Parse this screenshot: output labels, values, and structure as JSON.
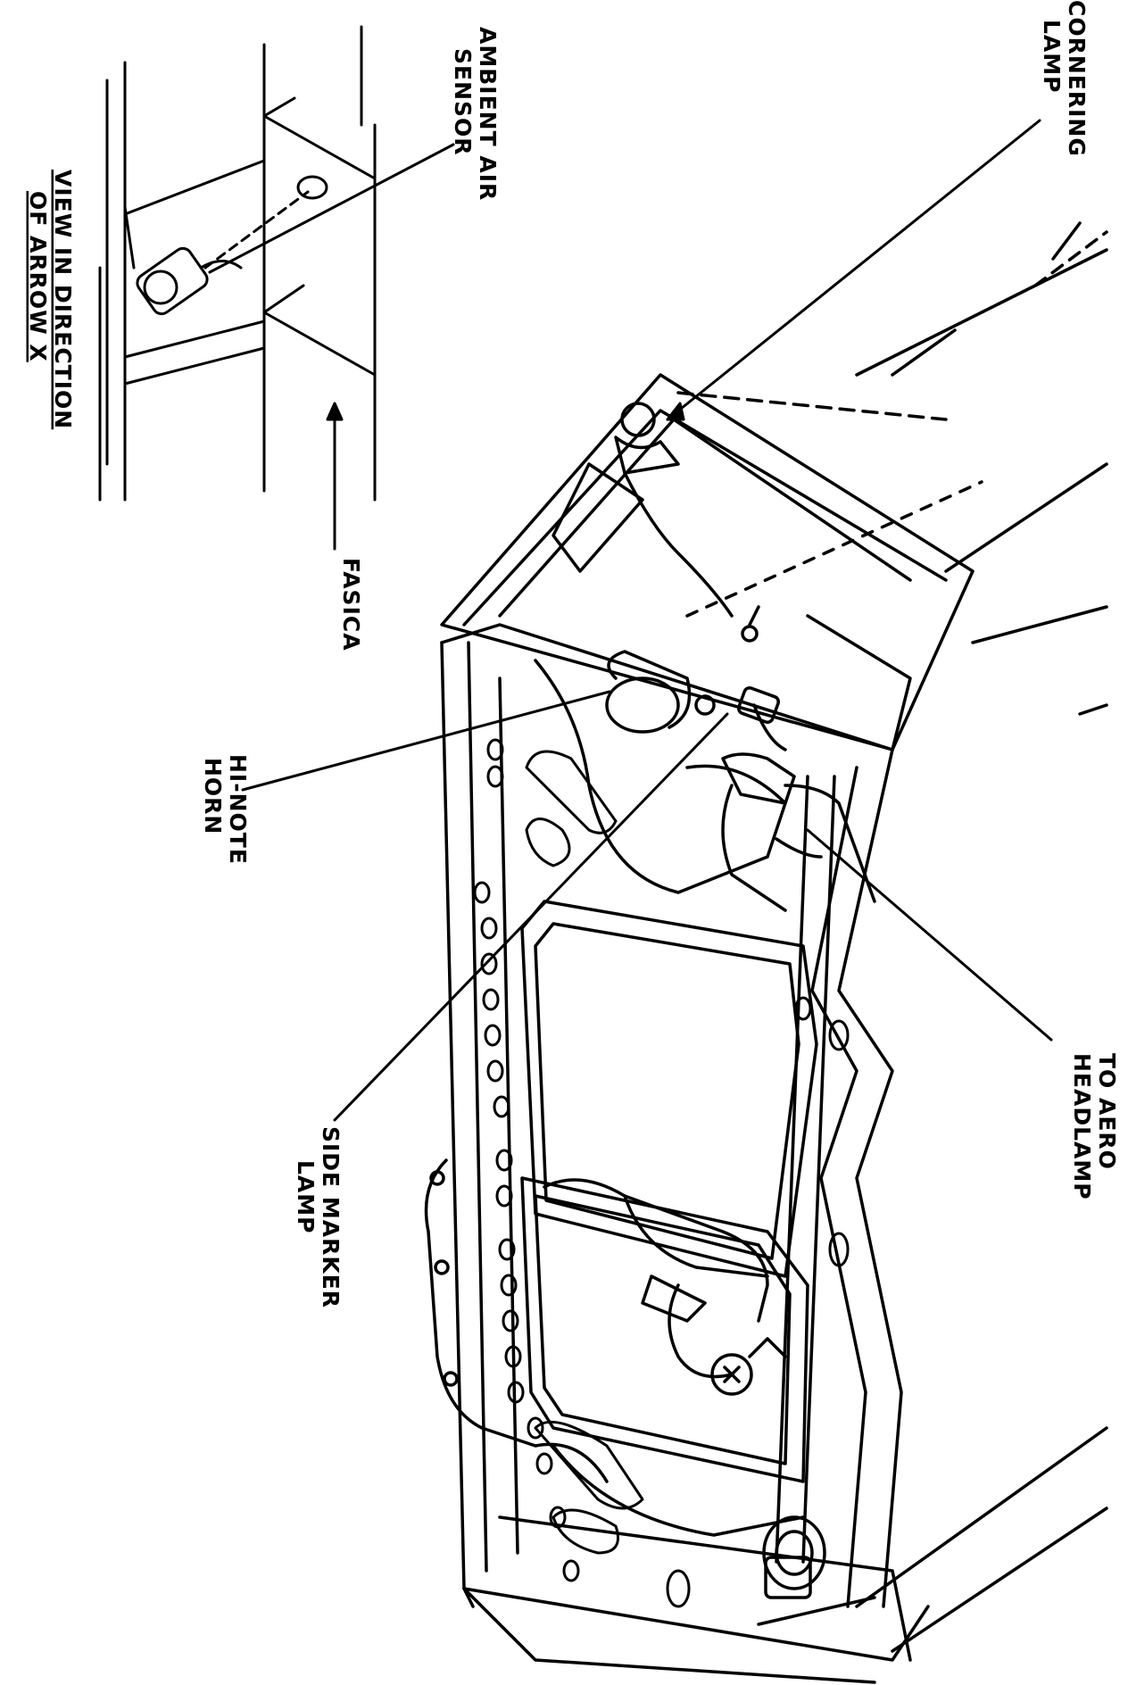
{
  "labels": {
    "cornering_lamp": [
      "CORNERING",
      "LAMP"
    ],
    "ambient_air_sensor": [
      "AMBIENT AIR",
      "SENSOR"
    ],
    "view_caption": [
      "VIEW IN DIRECTION",
      "OF ARROW X"
    ],
    "fasica": "FASICA",
    "hi_note_horn": [
      "HI-NOTE",
      "HORN"
    ],
    "to_aero_headlamp": [
      "TO AERO",
      "HEADLAMP"
    ],
    "side_marker_lamp": [
      "SIDE MARKER",
      "LAMP"
    ]
  },
  "colors": {
    "ink": "#000000",
    "paper": "#ffffff"
  }
}
